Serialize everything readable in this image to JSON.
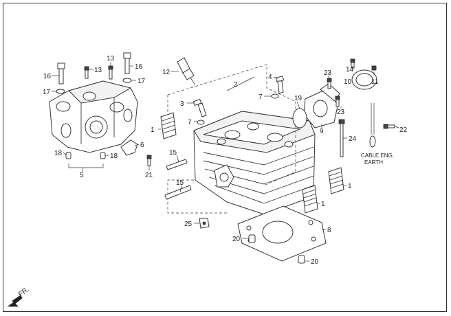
{
  "callouts": {
    "c1a": "1",
    "c1b": "1",
    "c1c": "1",
    "c2": "2",
    "c3": "3",
    "c4": "4",
    "c5": "5",
    "c6": "6",
    "c7a": "7",
    "c7b": "7",
    "c8": "8",
    "c9": "9",
    "c10": "10",
    "c11": "11",
    "c12": "12",
    "c13a": "13",
    "c13b": "13",
    "c14": "14",
    "c15a": "15",
    "c15b": "15",
    "c16a": "16",
    "c16b": "16",
    "c17a": "17",
    "c17b": "17",
    "c18a": "18",
    "c18b": "18",
    "c19": "19",
    "c20a": "20",
    "c20b": "20",
    "c21": "21",
    "c22": "22",
    "c23a": "23",
    "c23b": "23",
    "c24": "24",
    "c25": "25"
  },
  "notes": {
    "cable_line1": "CABLE ENG.",
    "cable_line2": "EARTH"
  },
  "direction": {
    "label": "FR."
  },
  "colors": {
    "line": "#333333",
    "background": "#ffffff"
  }
}
